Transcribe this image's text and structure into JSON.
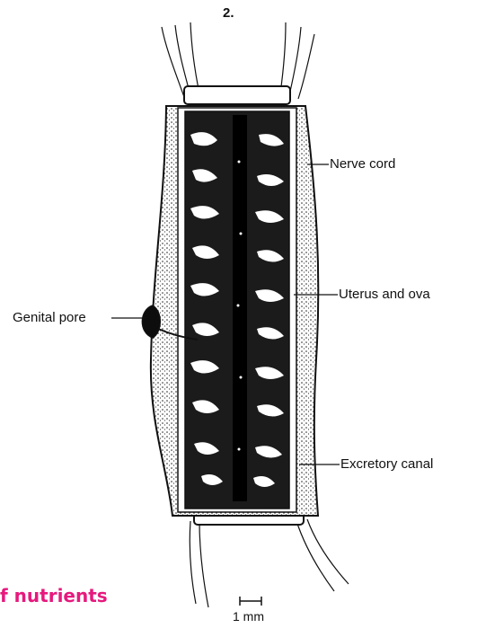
{
  "figure": {
    "number": "2.",
    "scale_bar_label": "1 mm",
    "cropped_caption": "f nutrients",
    "caption_color": "#e6197d"
  },
  "labels": {
    "nerve_cord": "Nerve cord",
    "uterus_and_ova": "Uterus and ova",
    "genital_pore": "Genital pore",
    "excretory_canal": "Excretory canal"
  }
}
